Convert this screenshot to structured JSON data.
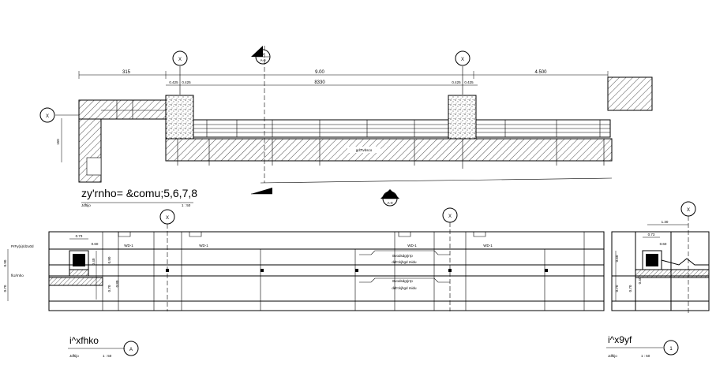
{
  "plan": {
    "title": "zy'rnho= &comu;5,6,7,8",
    "subtitle": "Jdftijo",
    "scale": "1 : 50",
    "dims": {
      "d1": "315",
      "d2": "9.00",
      "d3": "4.500",
      "d4": "0.425",
      "d5": "0.425",
      "d6": "8330",
      "d7": "0.425",
      "d8": "0.425",
      "side": "150"
    },
    "beam_label": "gd7tvbsco",
    "grid_bubbles": [
      "X",
      "X",
      "X"
    ],
    "section_marks": [
      {
        "num": "1",
        "ref": "A-0"
      },
      {
        "num": "1",
        "ref": "A-0"
      }
    ]
  },
  "elevation_a": {
    "title": "i^xfhko",
    "bubble": "A",
    "subtitle": "Jdftijo",
    "scale": "1 : 50",
    "grid_bubbles": [
      "X",
      "X"
    ],
    "windows": [
      "WD-1",
      "WD-1",
      "WD-1",
      "WD-1"
    ],
    "notes": [
      "Bvodsdgrjrrp",
      "ddt'ckjhgd midu",
      "Bvodsdgrjrrp",
      "ddt'ckjhgd midu"
    ],
    "dims": {
      "top": "0.73",
      "small": "0.60",
      "h1": "0.90",
      "h2": "0.70",
      "h3": "0.40",
      "h4": "0.70",
      "h5": "0.80",
      "h6": "0.90"
    },
    "side_labels": [
      "PrFy(a)/dzu0d",
      "fiU/rnho"
    ]
  },
  "elevation_1": {
    "title": "i^x9yf",
    "bubble": "1",
    "subtitle": "Jdftijo",
    "scale": "1 : 50",
    "grid_bubble": "X",
    "dims": {
      "top": "1.30",
      "top2": "0.73",
      "small": "0.60",
      "h1": "0.60",
      "h2": "0.70",
      "h3": "0.70",
      "h4": "0.40"
    }
  }
}
